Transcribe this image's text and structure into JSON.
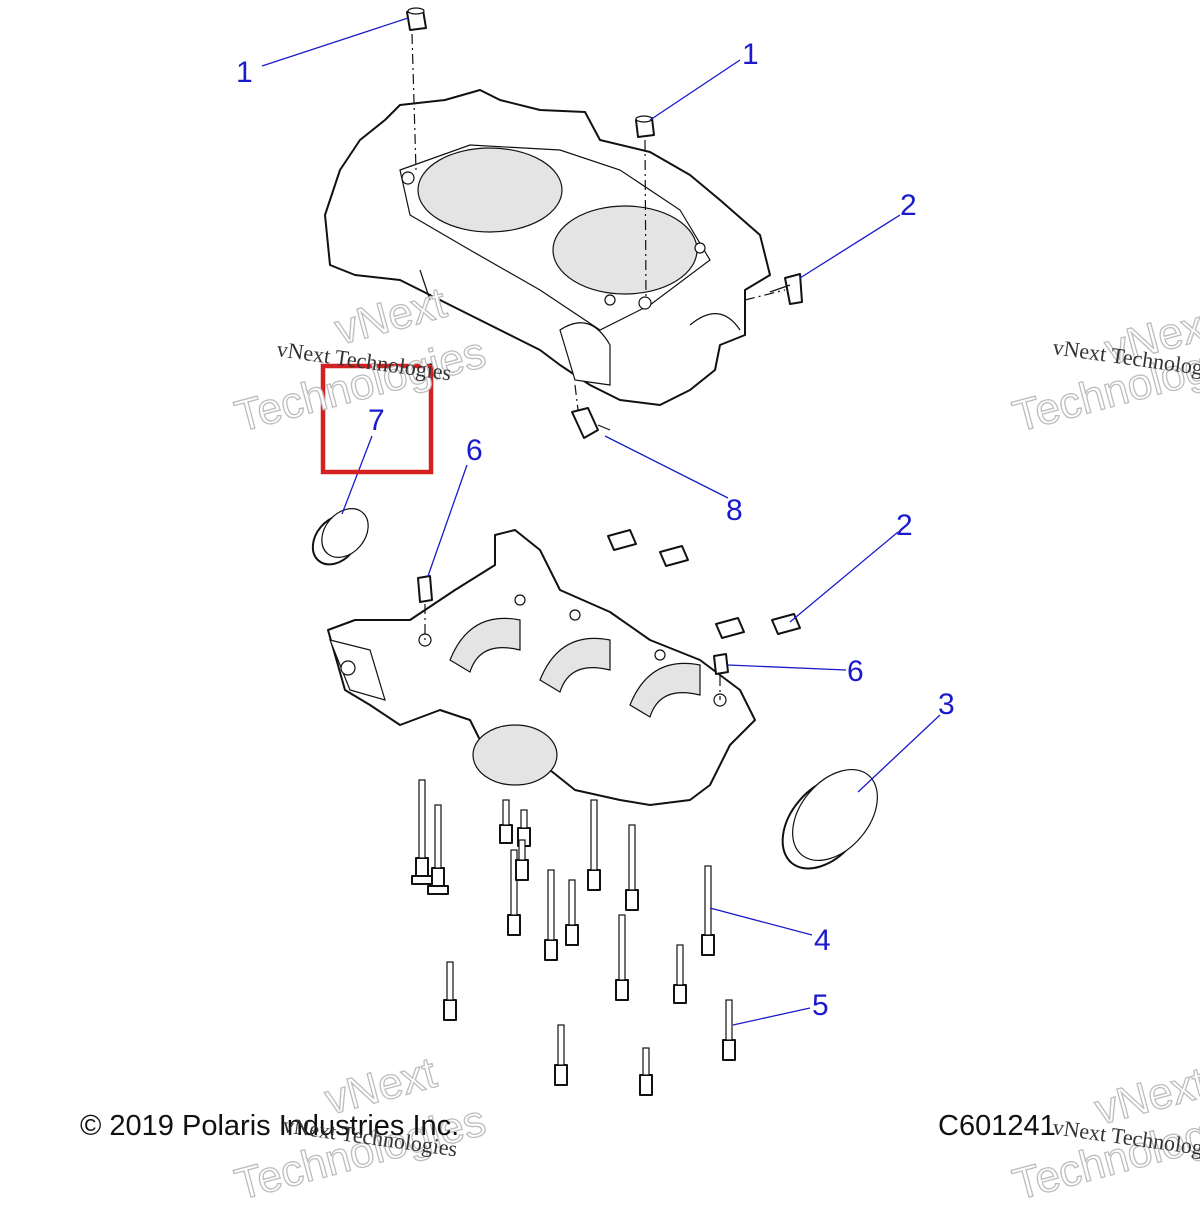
{
  "callouts": [
    {
      "id": "1a",
      "label": "1"
    },
    {
      "id": "1b",
      "label": "1"
    },
    {
      "id": "2a",
      "label": "2"
    },
    {
      "id": "2b",
      "label": "2"
    },
    {
      "id": "3",
      "label": "3"
    },
    {
      "id": "4",
      "label": "4"
    },
    {
      "id": "5",
      "label": "5"
    },
    {
      "id": "6a",
      "label": "6"
    },
    {
      "id": "6b",
      "label": "6"
    },
    {
      "id": "7",
      "label": "7"
    },
    {
      "id": "8",
      "label": "8"
    }
  ],
  "highlight": {
    "callout": "7",
    "color": "#d42020"
  },
  "callout_color": "#1a1acc",
  "watermark": {
    "line1": "vNext",
    "line2": "Technologies",
    "line3": "vNext Technologies"
  },
  "footer": {
    "copyright": "© 2019 Polaris Industries Inc.",
    "figure_code": "C601241"
  }
}
